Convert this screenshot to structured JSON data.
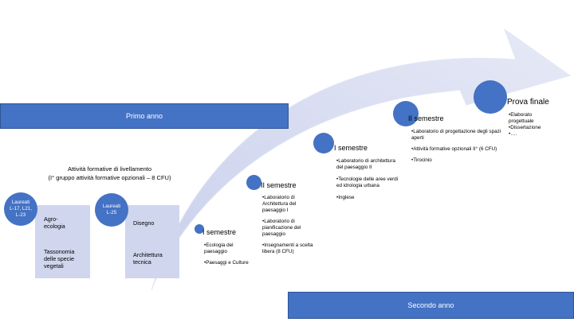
{
  "banners": {
    "first_year": "Primo anno",
    "second_year": "Secondo anno"
  },
  "leveling": {
    "title_line1": "Attività formative di livellamento",
    "title_line2": "(I° gruppo attività formative opzionali – 8 CFU)",
    "group1": {
      "badge_lines": [
        "Laureati",
        "L-17, L21,",
        "L-23"
      ],
      "courses": [
        "Agro-ecologia",
        "Tassonomia delle specie vegetali"
      ]
    },
    "group2": {
      "badge_lines": [
        "Laureati",
        "L-25"
      ],
      "courses": [
        "Disegno",
        "Architettura tecnica"
      ]
    }
  },
  "stages": [
    {
      "heading": "I semestre",
      "bullets": [
        "•Ecologia del paesaggio",
        "•Paesaggi e Culture"
      ]
    },
    {
      "heading": "II semestre",
      "bullets": [
        "•Laboratorio di Architettura del paesaggio I",
        "•Laboratorio di pianificazione del paesaggio",
        "•Insegnamenti a scelta libera (8 CFU)"
      ]
    },
    {
      "heading": "I semestre",
      "bullets": [
        "•Laboratorio di architettura del paesaggio II",
        "•Tecnologie delle aree verdi ed idrologia urbana",
        "•Inglese"
      ]
    },
    {
      "heading": "II semestre",
      "bullets": [
        "•Laboratorio di progettazione degli spazi aperti",
        "•Attività formative opzionali II° (6 CFU)",
        "•Tirocinio"
      ]
    },
    {
      "heading": "Prova finale",
      "bullets": [
        "•Elaborato progettuale",
        "•Dissertazione",
        "•…."
      ]
    }
  ],
  "colors": {
    "accent": "#4472c4",
    "arrow_light": "#d5daf0",
    "card": "#d0d6ee"
  }
}
